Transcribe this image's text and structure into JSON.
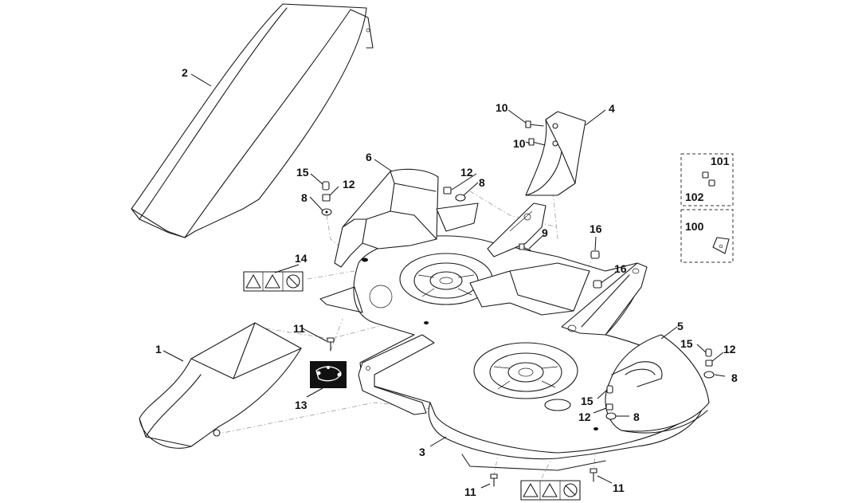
{
  "callouts": {
    "c1": "1",
    "c2": "2",
    "c3": "3",
    "c4": "4",
    "c5": "5",
    "c6": "6",
    "c8a": "8",
    "c8b": "8",
    "c8c": "8",
    "c8d": "8",
    "c9": "9",
    "c10a": "10",
    "c10b": "10",
    "c11a": "11",
    "c11b": "11",
    "c11c": "11",
    "c12a": "12",
    "c12b": "12",
    "c12c": "12",
    "c12d": "12",
    "c13": "13",
    "c14": "14",
    "c15a": "15",
    "c15b": "15",
    "c15c": "15",
    "c16a": "16",
    "c16b": "16",
    "c100": "100",
    "c101": "101",
    "c102": "102"
  },
  "icons": {
    "warning_label": [
      "warning-triangle-icon",
      "hand-hazard-icon",
      "no-hands-icon"
    ],
    "belt_decal": "belt-routing-icon"
  }
}
